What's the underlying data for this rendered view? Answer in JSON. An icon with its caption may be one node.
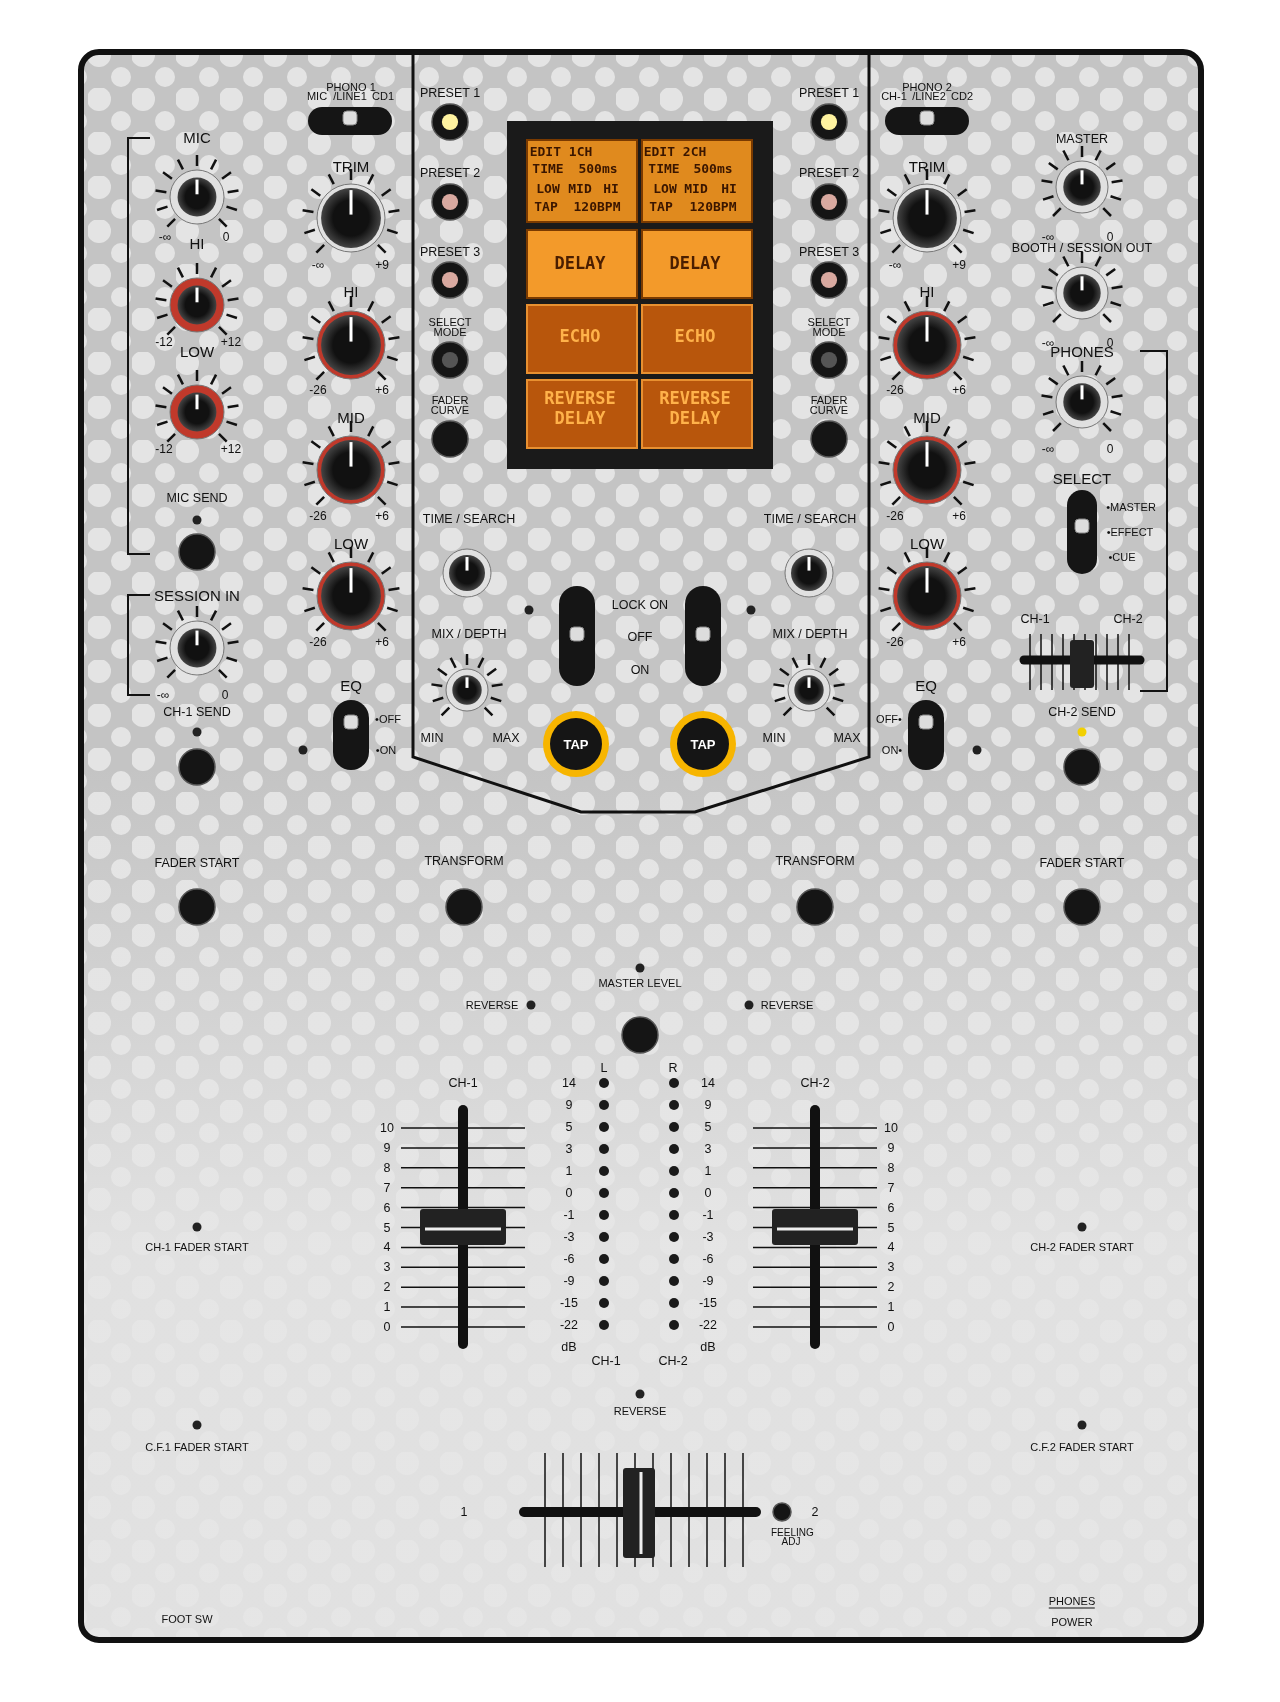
{
  "diagram": {
    "labels": [
      "PHONO 1",
      "MIC",
      "/LINE1",
      "CD1",
      "PRESET 1",
      "PRESET 1",
      "PHONO 2",
      "CH-1",
      "/LINE2",
      "CD2",
      "MIC",
      "MASTER",
      "EDIT 1CH",
      "EDIT 2CH",
      "TRIM",
      "TIME",
      "500ms",
      "TIME",
      "500ms",
      "TRIM",
      "PRESET 2",
      "PRESET 2",
      "LOW",
      "MID",
      "HI",
      "LOW",
      "MID",
      "HI",
      "TAP",
      "120BPM",
      "TAP",
      "120BPM",
      "-∞",
      "0",
      "-∞",
      "0",
      "HI",
      "BOOTH / SESSION OUT",
      "PRESET 3",
      "PRESET 3",
      "DELAY",
      "DELAY",
      "-∞",
      "+9",
      "-∞",
      "+9",
      "HI",
      "HI",
      "SELECT MODE",
      "SELECT MODE",
      "ECHO",
      "ECHO",
      "-12",
      "+12",
      "-∞",
      "0",
      "LOW",
      "PHONES",
      "-26",
      "+6",
      "-26",
      "+6",
      "FADER CURVE",
      "FADER CURVE",
      "REVERSE DELAY",
      "REVERSE DELAY",
      "MID",
      "MID",
      "-12",
      "+12",
      "-∞",
      "0",
      "SELECT",
      "MIC SEND",
      "•MASTER",
      "-26",
      "+6",
      "TIME / SEARCH",
      "TIME / SEARCH",
      "-26",
      "+6",
      "•EFFECT",
      "LOW",
      "LOW",
      "•CUE",
      "SESSION IN",
      "LOCK ON",
      "CH-1",
      "CH-2",
      "-26",
      "+6",
      "MIX / DEPTH",
      "OFF",
      "MIX / DEPTH",
      "-26",
      "+6",
      "ON",
      "EQ",
      "EQ",
      "-∞",
      "0",
      "CH-1 SEND",
      "CH-2 SEND",
      "•OFF",
      "OFF•",
      "MIN",
      "MAX",
      "TAP",
      "TAP",
      "MIN",
      "MAX",
      "•ON",
      "ON•",
      "FADER START",
      "TRANSFORM",
      "TRANSFORM",
      "FADER START",
      "MASTER LEVEL",
      "REVERSE",
      "REVERSE",
      "L",
      "R",
      "CH-1",
      "14",
      "14",
      "CH-2",
      "9",
      "5",
      "3",
      "1",
      "0",
      "-1",
      "-3",
      "-6",
      "-9",
      "-15",
      "-22",
      "dB",
      "9",
      "5",
      "3",
      "1",
      "0",
      "-1",
      "-3",
      "-6",
      "-9",
      "-15",
      "-22",
      "dB",
      "10",
      "9",
      "8",
      "7",
      "6",
      "5",
      "4",
      "3",
      "2",
      "1",
      "0",
      "10",
      "9",
      "8",
      "7",
      "6",
      "5",
      "4",
      "3",
      "2",
      "1",
      "0",
      "CH-1 FADER START",
      "CH-2 FADER START",
      "CH-1",
      "CH-2",
      "REVERSE",
      "C.F.1 FADER START",
      "C.F.2 FADER START",
      "1",
      "2",
      "FEELING ADJ",
      "FOOT SW",
      "PHONES",
      "POWER"
    ]
  }
}
